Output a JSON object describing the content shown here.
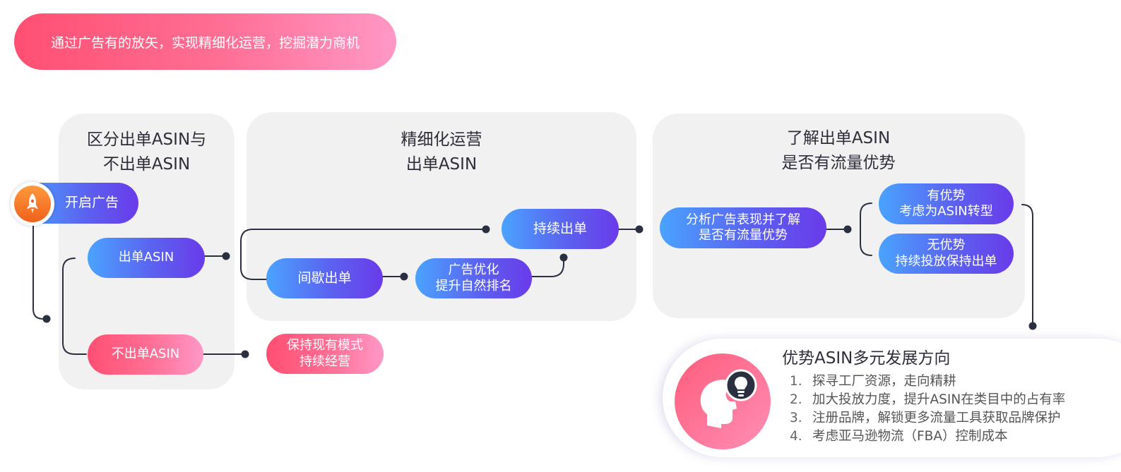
{
  "headline": "通过广告有的放矢，实现精细化运营，挖掘潜力商机",
  "panels": {
    "p1": {
      "line1": "区分出单ASIN与",
      "line2": "不出单ASIN"
    },
    "p2": {
      "line1": "精细化运营",
      "line2": "出单ASIN"
    },
    "p3": {
      "line1": "了解出单ASIN",
      "line2": "是否有流量优势"
    }
  },
  "nodes": {
    "start": "开启广告",
    "asin_selling": "出单ASIN",
    "asin_not_selling": "不出单ASIN",
    "keep_mode": {
      "line1": "保持现有模式",
      "line2": "持续经营"
    },
    "intermittent": "间歇出单",
    "ad_optimize": {
      "line1": "广告优化",
      "line2": "提升自然排名"
    },
    "continuous": "持续出单",
    "analyze": {
      "line1": "分析广告表现并了解",
      "line2": "是否有流量优势"
    },
    "has_adv": {
      "line1": "有优势",
      "line2": "考虑为ASIN转型"
    },
    "no_adv": {
      "line1": "无优势",
      "line2": "持续投放保持出单"
    }
  },
  "advantage": {
    "title": "优势ASIN多元发展方向",
    "items": [
      {
        "num": "1.",
        "text": "探寻工厂资源，走向精耕"
      },
      {
        "num": "2.",
        "text": "加大投放力度，提升ASIN在类目中的占有率"
      },
      {
        "num": "3.",
        "text": "注册品牌，解锁更多流量工具获取品牌保护"
      },
      {
        "num": "4.",
        "text": "考虑亚马逊物流（FBA）控制成本"
      }
    ]
  },
  "icons": {
    "start": "rocket-icon",
    "advantage": "head-lightbulb-icon"
  },
  "colors": {
    "accent_blue": "#5b62f0",
    "accent_pink": "#ff5f84",
    "connector": "#2b3040",
    "panel_bg": "#f1f1f1"
  }
}
